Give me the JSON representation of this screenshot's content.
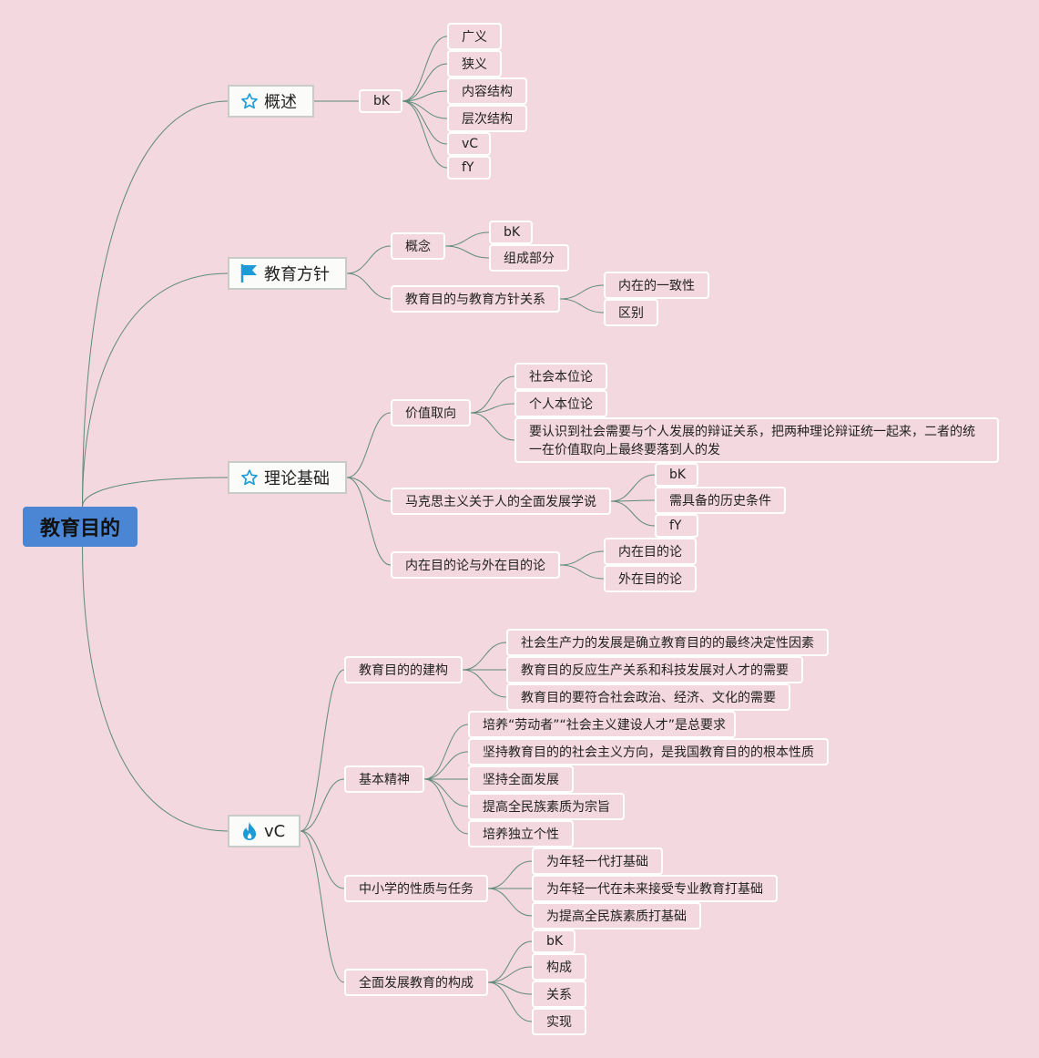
{
  "root": "教育目的",
  "branches": [
    {
      "label": "概述",
      "icon": "star-icon"
    },
    {
      "label": "教育方针",
      "icon": "flag-icon"
    },
    {
      "label": "理论基础",
      "icon": "star-icon"
    },
    {
      "label": "vC",
      "icon": "flame-icon"
    }
  ],
  "overview": {
    "hub": "bK",
    "items": [
      "广义",
      "狭义",
      "内容结构",
      "层次结构",
      "vC",
      "fY"
    ]
  },
  "policy": {
    "concept": {
      "label": "概念",
      "items": [
        "bK",
        "组成部分"
      ]
    },
    "relation": {
      "label": "教育目的与教育方针关系",
      "items": [
        "内在的一致性",
        "区别"
      ]
    }
  },
  "theory": {
    "value": {
      "label": "价值取向",
      "items": [
        "社会本位论",
        "个人本位论",
        "要认识到社会需要与个人发展的辩证关系，把两种理论辩证统一起来，二者的统一在价值取向上最终要落到人的发"
      ]
    },
    "marx": {
      "label": "马克思主义关于人的全面发展学说",
      "items": [
        "bK",
        "需具备的历史条件",
        "fY"
      ]
    },
    "inner": {
      "label": "内在目的论与外在目的论",
      "items": [
        "内在目的论",
        "外在目的论"
      ]
    }
  },
  "vc": {
    "build": {
      "label": "教育目的的建构",
      "items": [
        "社会生产力的发展是确立教育目的的最终决定性因素",
        "教育目的反应生产关系和科技发展对人才的需要",
        "教育目的要符合社会政治、经济、文化的需要"
      ]
    },
    "spirit": {
      "label": "基本精神",
      "items": [
        "培养“劳动者”“社会主义建设人才”是总要求",
        "坚持教育目的的社会主义方向，是我国教育目的的根本性质",
        "坚持全面发展",
        "提高全民族素质为宗旨",
        "培养独立个性"
      ]
    },
    "school": {
      "label": "中小学的性质与任务",
      "items": [
        "为年轻一代打基础",
        "为年轻一代在未来接受专业教育打基础",
        "为提高全民族素质打基础"
      ]
    },
    "whole": {
      "label": "全面发展教育的构成",
      "items": [
        "bK",
        "构成",
        "关系",
        "实现"
      ]
    }
  },
  "colors": {
    "background": "#f3d8df",
    "root": "#4a86d3",
    "line": "#5f8a7c",
    "icon": "#1e9ad6"
  }
}
